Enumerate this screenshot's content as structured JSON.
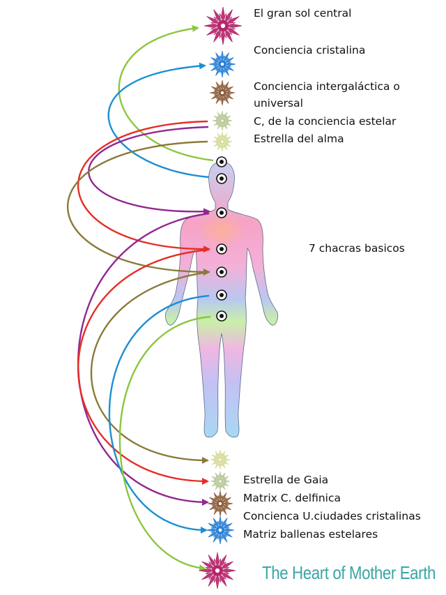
{
  "upper_labels": [
    "El gran sol central",
    "Conciencia cristalina",
    "Conciencia intergaláctica o",
    "universal",
    "C, de la conciencia estelar",
    "Estrella del alma"
  ],
  "middle_label": "7 chacras basicos",
  "lower_labels": [
    "Estrella de Gaia",
    "Matrix C. delfinica",
    "Concienca U.ciudades cristalinas",
    "Matriz ballenas estelares"
  ],
  "brand": "The Heart of Mother Earth",
  "colors": {
    "light_green": "#8cc63f",
    "blue": "#1b8fd1",
    "brown": "#8b5e3c",
    "purple": "#92278f",
    "red": "#e52d27",
    "olive": "#8a7a3a",
    "magenta_flower": "#b5256a",
    "blue_flower": "#2a7fd4",
    "pale_flower": "#d8dc9a",
    "brand_text": "#3aa6a6"
  }
}
